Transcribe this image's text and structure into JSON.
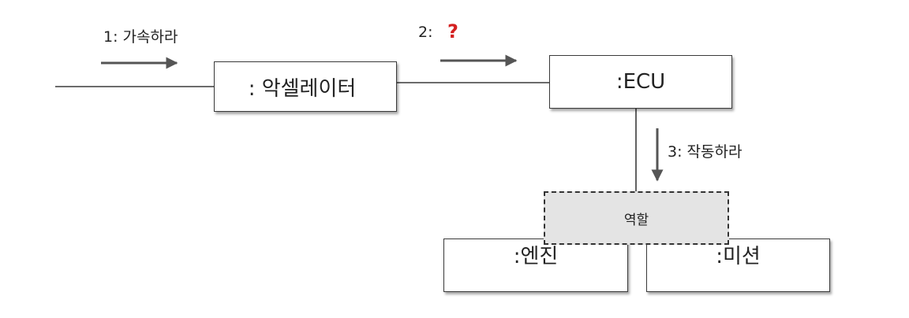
{
  "messages": {
    "m1": "1: 가속하라",
    "m2": "2:",
    "m2_unknown": "?",
    "m3": "3: 작동하라"
  },
  "objects": {
    "accelerator": ": 악셀레이터",
    "ecu": ":ECU",
    "engine": ":엔진",
    "mission": ":미션"
  },
  "role": "역할",
  "colors": {
    "line": "#3a3a3a",
    "arrow": "#555555",
    "question": "#d42020",
    "role_fill": "#e4e4e4"
  }
}
